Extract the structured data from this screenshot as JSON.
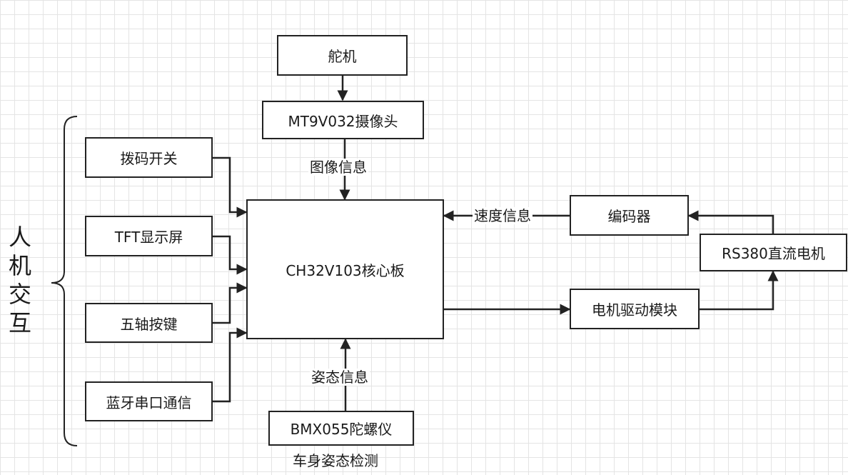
{
  "boxes": {
    "servo": "舵机",
    "camera": "MT9V032摄像头",
    "core": "CH32V103核心板",
    "dip_switch": "拨码开关",
    "tft": "TFT显示屏",
    "keys": "五轴按键",
    "bluetooth": "蓝牙串口通信",
    "gyro": "BMX055陀螺仪",
    "encoder": "编码器",
    "motor": "RS380直流电机",
    "driver": "电机驱动模块"
  },
  "labels": {
    "image_info": "图像信息",
    "speed_info": "速度信息",
    "attitude_info": "姿态信息",
    "body_attitude": "车身姿态检测"
  },
  "side_title": "人机交互"
}
